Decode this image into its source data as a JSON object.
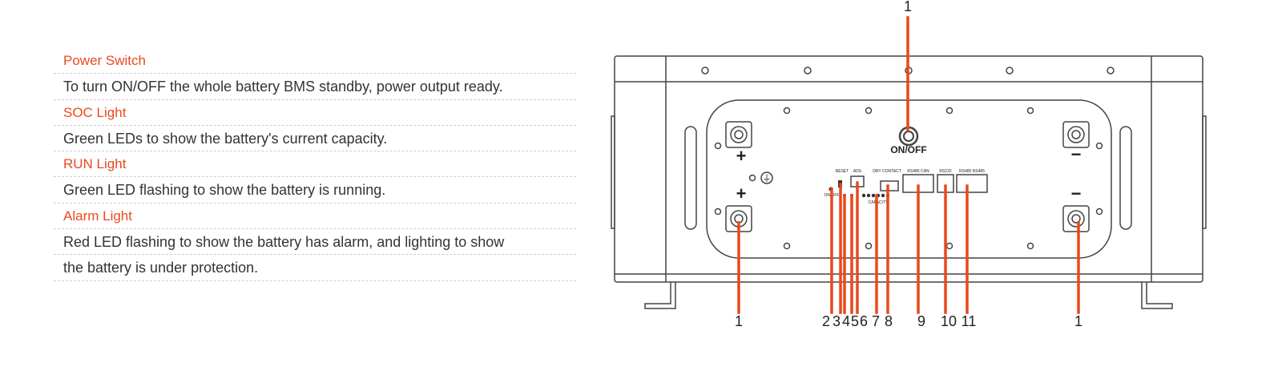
{
  "items": [
    {
      "title": "Power Switch",
      "lines": [
        "To turn ON/OFF the whole battery BMS standby, power output ready."
      ]
    },
    {
      "title": "SOC Light",
      "lines": [
        "Green LEDs to show the battery's current capacity."
      ]
    },
    {
      "title": "RUN Light",
      "lines": [
        "Green LED flashing to show the battery is running."
      ]
    },
    {
      "title": "Alarm Light",
      "lines": [
        "Red LED flashing to show the battery has alarm, and lighting to show",
        "the battery is under protection."
      ]
    }
  ],
  "diagram": {
    "switch_label": "ON/OFF",
    "terminal_plus": "+",
    "terminal_minus": "−",
    "ground_symbol": "⏚",
    "port_labels": {
      "reset": "RESET",
      "ads": "ADS",
      "dry_contact": "DRY CONTACT",
      "rs485_can": "RS485 CAN",
      "rs232": "RS232",
      "rs485_pair": "RS485 RS485",
      "on_off_small": "ON/OFF",
      "capacity": "CAPACITY"
    },
    "callouts": {
      "top": "1",
      "left": "1",
      "right": "1",
      "n2": "2",
      "n3": "3",
      "n4": "4",
      "n5": "5",
      "n6": "6",
      "n7": "7",
      "n8": "8",
      "n9": "9",
      "n10": "10",
      "n11": "11"
    },
    "colors": {
      "accent": "#e8491d",
      "line": "#444444"
    }
  }
}
